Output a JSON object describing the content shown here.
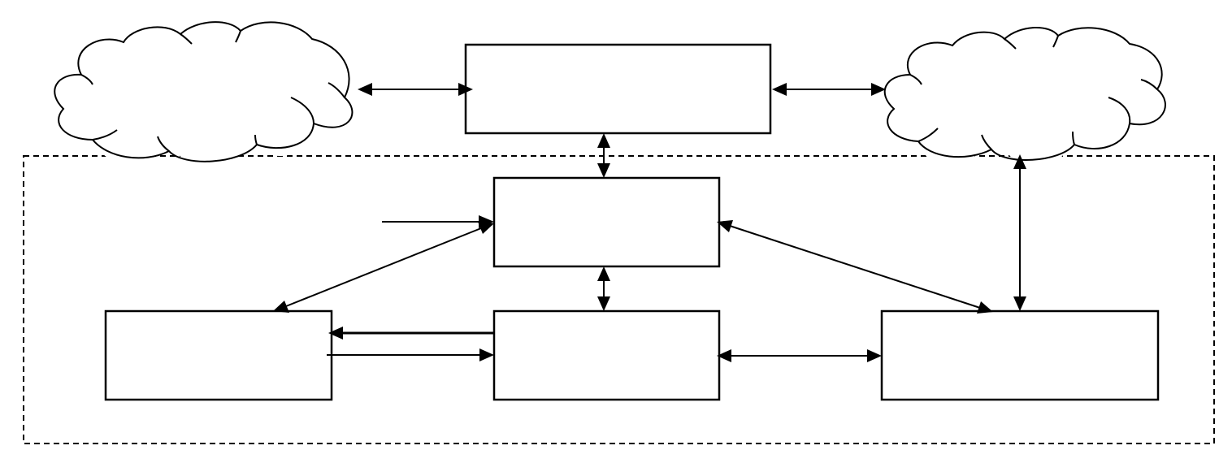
{
  "diagram": {
    "colors": {
      "stroke": "#000000",
      "fill": "#ffffff"
    },
    "nodes": [
      {
        "id": "top-box",
        "shape": "rectangle",
        "label": ""
      },
      {
        "id": "middle-box",
        "shape": "rectangle",
        "label": ""
      },
      {
        "id": "bottom-left-box",
        "shape": "rectangle",
        "label": ""
      },
      {
        "id": "bottom-center-box",
        "shape": "rectangle",
        "label": ""
      },
      {
        "id": "bottom-right-box",
        "shape": "rectangle",
        "label": ""
      },
      {
        "id": "left-cloud",
        "shape": "cloud",
        "label": ""
      },
      {
        "id": "right-cloud",
        "shape": "cloud",
        "label": ""
      }
    ],
    "boundary": {
      "style": "dashed",
      "label": ""
    },
    "edges": [
      {
        "from": "left-cloud",
        "to": "top-box",
        "direction": "both"
      },
      {
        "from": "top-box",
        "to": "right-cloud",
        "direction": "both"
      },
      {
        "from": "top-box",
        "to": "middle-box",
        "direction": "both"
      },
      {
        "from": "external-input",
        "to": "middle-box",
        "direction": "forward"
      },
      {
        "from": "middle-box",
        "to": "bottom-left-box",
        "direction": "both"
      },
      {
        "from": "middle-box",
        "to": "bottom-right-box",
        "direction": "both"
      },
      {
        "from": "middle-box",
        "to": "bottom-center-box",
        "direction": "both"
      },
      {
        "from": "right-cloud",
        "to": "bottom-right-box",
        "direction": "both"
      },
      {
        "from": "bottom-center-box",
        "to": "bottom-left-box",
        "direction": "forward"
      },
      {
        "from": "bottom-left-box",
        "to": "bottom-center-box",
        "direction": "forward"
      },
      {
        "from": "bottom-center-box",
        "to": "bottom-right-box",
        "direction": "both"
      }
    ]
  }
}
